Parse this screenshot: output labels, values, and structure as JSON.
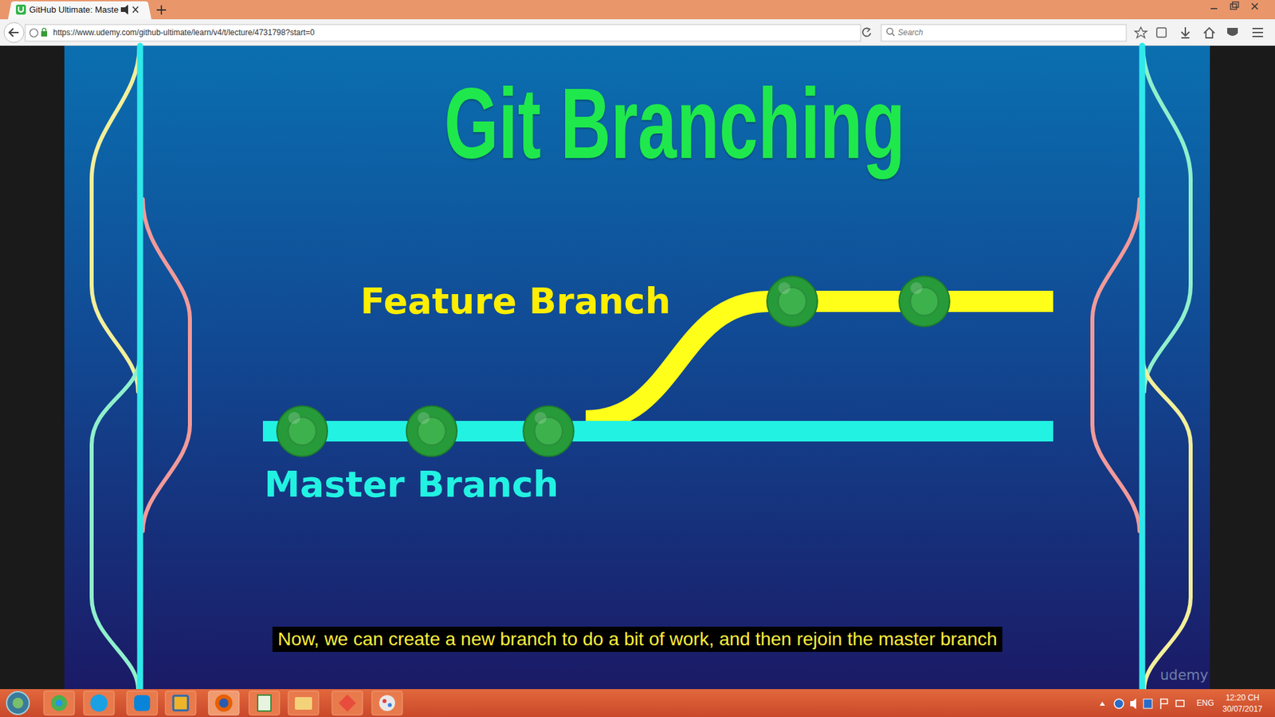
{
  "diagram": {
    "title": "Git Branching",
    "nodes": [
      {
        "text": [
          "Feature Branch"
        ]
      },
      {
        "text": [
          "Master Branch"
        ]
      }
    ],
    "edges": [
      {
        "from": 1,
        "to": 0,
        "arrow": "none"
      }
    ],
    "labels": [
      "GitHub Ultimate: Maste",
      "https://www.udemy.com/github-ultimate/learn/v4/t/lecture/4731798?start=0",
      "Search",
      "Now, we can create a new branch to do a bit of work, and then rejoin the master branch",
      "udemy",
      "ENG",
      "12:20 CH",
      "30/07/2017"
    ]
  }
}
